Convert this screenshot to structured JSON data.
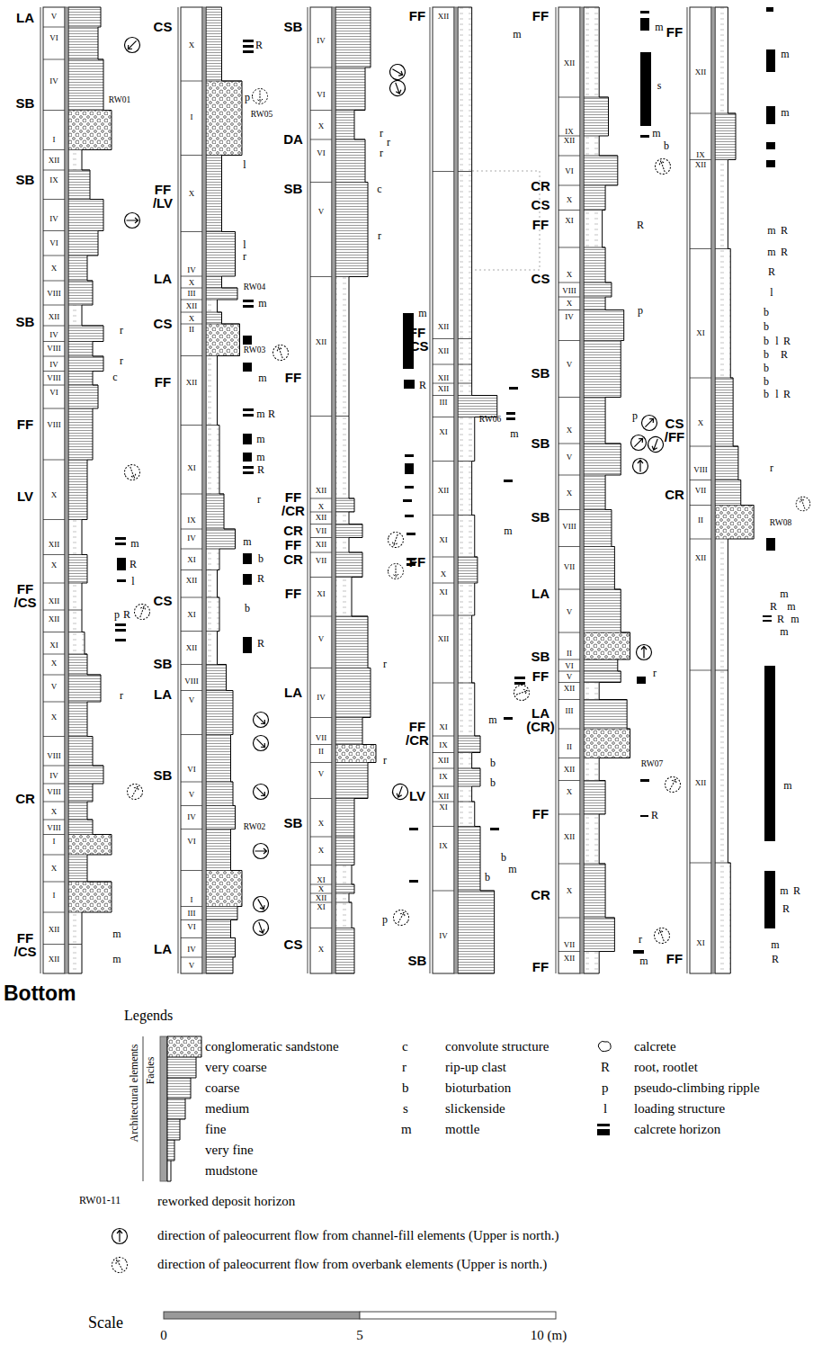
{
  "diagram": {
    "labels": [
      "LA",
      "SB",
      "SB",
      "SB",
      "FF",
      "LV",
      "FF /CS",
      "CR",
      "FF /CS",
      "V",
      "VI",
      "IV",
      "I",
      "XII",
      "IX",
      "IV",
      "VI",
      "X",
      "VIII",
      "XII",
      "IV",
      "VIII",
      "IV",
      "VIII",
      "VI",
      "VIII",
      "X",
      "XII",
      "X",
      "XII",
      "XII",
      "XI",
      "X",
      "V",
      "X",
      "VIII",
      "IV",
      "VIII",
      "X",
      "VIII",
      "I",
      "X",
      "I",
      "XII",
      "XII",
      "RW01",
      "r",
      "r",
      "c",
      "m",
      "R",
      "l",
      "p",
      "R",
      "r",
      "m",
      "m",
      "CS",
      "FF /LV",
      "LA",
      "CS",
      "FF",
      "CS",
      "SB",
      "LA",
      "SB",
      "LA",
      "X",
      "I",
      "X",
      "IV",
      "X",
      "III",
      "XII",
      "X",
      "II",
      "XII",
      "XI",
      "IX",
      "IV",
      "XI",
      "XII",
      "XI",
      "XII",
      "VIII",
      "V",
      "VI",
      "V",
      "IV",
      "VI",
      "I",
      "III",
      "VI",
      "IV",
      "V",
      "R",
      "p",
      "RW05",
      "l",
      "l",
      "r",
      "RW04",
      "m",
      "RW03",
      "m",
      "m",
      "R",
      "m",
      "m",
      "R",
      "r",
      "m",
      "b",
      "R",
      "b",
      "R",
      "RW02",
      "SB",
      "DA",
      "SB",
      "FF",
      "FF /CR",
      "CR",
      "FF",
      "CR",
      "FF",
      "LA",
      "SB",
      "CS",
      "IV",
      "VI",
      "X",
      "VI",
      "V",
      "XII",
      "XII",
      "X",
      "XII",
      "VII",
      "XII",
      "VII",
      "XI",
      "V",
      "IV",
      "VII",
      "II",
      "V",
      "X",
      "X",
      "XI",
      "X",
      "XII",
      "XI",
      "X",
      "r",
      "r",
      "r",
      "c",
      "r",
      "m",
      "R",
      "r",
      "r",
      "p",
      "FF",
      "FF /CS",
      "FF",
      "FF /CR",
      "LV",
      "SB",
      "XII",
      "XII",
      "XII",
      "XII",
      "XII",
      "III",
      "XI",
      "XII",
      "XI",
      "X",
      "XI",
      "XII",
      "XI",
      "IX",
      "XII",
      "IX",
      "XII",
      "XI",
      "IX",
      "IV",
      "m",
      "RW06",
      "m",
      "m",
      "m",
      "b",
      "b",
      "b",
      "m",
      "b",
      "FF",
      "CR",
      "CS",
      "FF",
      "CS",
      "SB",
      "SB",
      "SB",
      "LA",
      "SB",
      "FF",
      "LA (CR)",
      "FF",
      "CR",
      "FF",
      "XII",
      "IX",
      "XII",
      "VI",
      "X",
      "XI",
      "X",
      "VIII",
      "X",
      "IV",
      "V",
      "X",
      "V",
      "X",
      "VIII",
      "VII",
      "V",
      "II",
      "VI",
      "V",
      "XII",
      "III",
      "II",
      "XII",
      "X",
      "XII",
      "X",
      "VII",
      "XII",
      "m",
      "s",
      "m",
      "b",
      "R",
      "p",
      "p",
      "r",
      "RW07",
      "R",
      "r",
      "m",
      "FF",
      "CS /FF",
      "CR",
      "FF",
      "XII",
      "IX",
      "XII",
      "XI",
      "X",
      "VIII",
      "VII",
      "II",
      "XII",
      "XII",
      "XI",
      "m",
      "m",
      "m",
      "R",
      "m",
      "R",
      "R",
      "l",
      "b",
      "b",
      "b",
      "l",
      "R",
      "b",
      "R",
      "b",
      "b",
      "b",
      "l",
      "R",
      "r",
      "RW08",
      "m",
      "R",
      "m",
      "R",
      "m",
      "m",
      "m",
      "m",
      "R",
      "R",
      "m",
      "R",
      "Bottom",
      "Legends",
      "Facies",
      "Architectural elements",
      "c",
      "r",
      "b",
      "s",
      "m",
      "R",
      "p",
      "l",
      "RW01-11",
      "Scale",
      "0",
      "5",
      "10 (m)"
    ],
    "legend": [
      {
        "text": "conglomeratic sandstone"
      },
      {
        "text": "very coarse"
      },
      {
        "text": "coarse"
      },
      {
        "text": "medium"
      },
      {
        "text": "fine"
      },
      {
        "text": "very fine"
      },
      {
        "text": "mudstone"
      },
      {
        "text": "convolute structure"
      },
      {
        "text": "rip-up clast"
      },
      {
        "text": "bioturbation"
      },
      {
        "text": "slickenside"
      },
      {
        "text": "mottle"
      },
      {
        "text": "calcrete"
      },
      {
        "text": "root, rootlet"
      },
      {
        "text": "pseudo-climbing ripple"
      },
      {
        "text": "loading structure"
      },
      {
        "text": "calcrete horizon"
      },
      {
        "text": "reworked deposit horizon"
      },
      {
        "text": "direction of paleocurrent flow from channel-fill elements (Upper is north.)"
      },
      {
        "text": "direction of paleocurrent flow from overbank elements (Upper is north.)"
      }
    ]
  }
}
